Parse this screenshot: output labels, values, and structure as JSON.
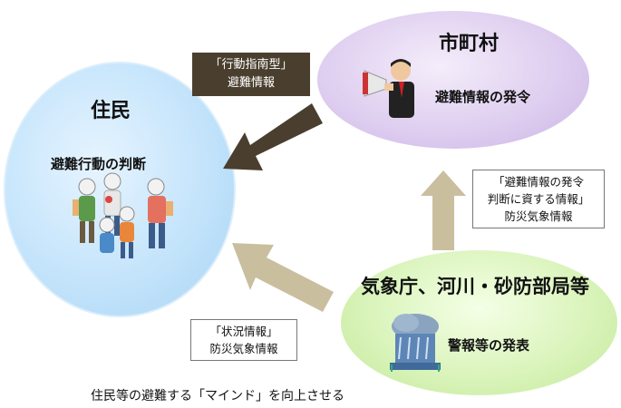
{
  "residents": {
    "title": "住民",
    "subtitle": "避難行動の判断"
  },
  "municipality": {
    "title": "市町村",
    "subtitle": "避難情報の発令"
  },
  "agency": {
    "title": "気象庁、河川・砂防部局等",
    "subtitle": "警報等の発表"
  },
  "labels": {
    "action_guide": [
      "「行動指南型」",
      "避難情報"
    ],
    "judgment_info": [
      "「避難情報の発令",
      "判断に資する情報」",
      "防災気象情報"
    ],
    "situation_info": [
      "「状況情報」",
      "防災気象情報"
    ]
  },
  "caption": "住民等の避難する「マインド」を向上させる",
  "colors": {
    "residents": "#c4e4fb",
    "municipality": "#ddccef",
    "agency": "#d8f3b8",
    "dark_arrow": "#4a3f2e",
    "light_arrow": "#c9bf9f"
  }
}
